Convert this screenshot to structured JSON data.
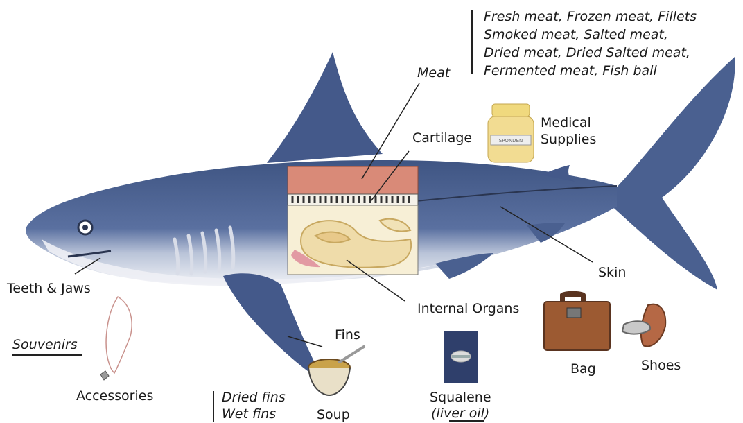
{
  "labels": {
    "meat": "Meat",
    "meat_products": [
      "Fresh meat, Frozen meat, Fillets",
      "Smoked meat, Salted meat,",
      "Dried meat, Dried Salted meat,",
      "Fermented meat, Fish ball"
    ],
    "cartilage": "Cartilage",
    "medical_supplies": [
      "Medical",
      "Supplies"
    ],
    "skin": "Skin",
    "internal_organs": "Internal Organs",
    "teeth_jaws": "Teeth & Jaws",
    "fins": "Fins",
    "souvenirs": "Souvenirs",
    "accessories": "Accessories",
    "fin_products": [
      "Dried fins",
      "Wet fins"
    ],
    "soup": "Soup",
    "squalene": "Squalene",
    "liver_oil": "(liver oil)",
    "bag": "Bag",
    "shoes": "Shoes",
    "jar_label": "SPONDEN"
  },
  "colors": {
    "shark_body": "#4d6491",
    "shark_belly": "#eef0f5",
    "meat": "#d98a78",
    "cartilage": "#f4f1e8",
    "organs": "#efdcaa",
    "jar": "#f2dc92",
    "bag": "#9c5a32",
    "bottle": "#2f3f6b"
  }
}
